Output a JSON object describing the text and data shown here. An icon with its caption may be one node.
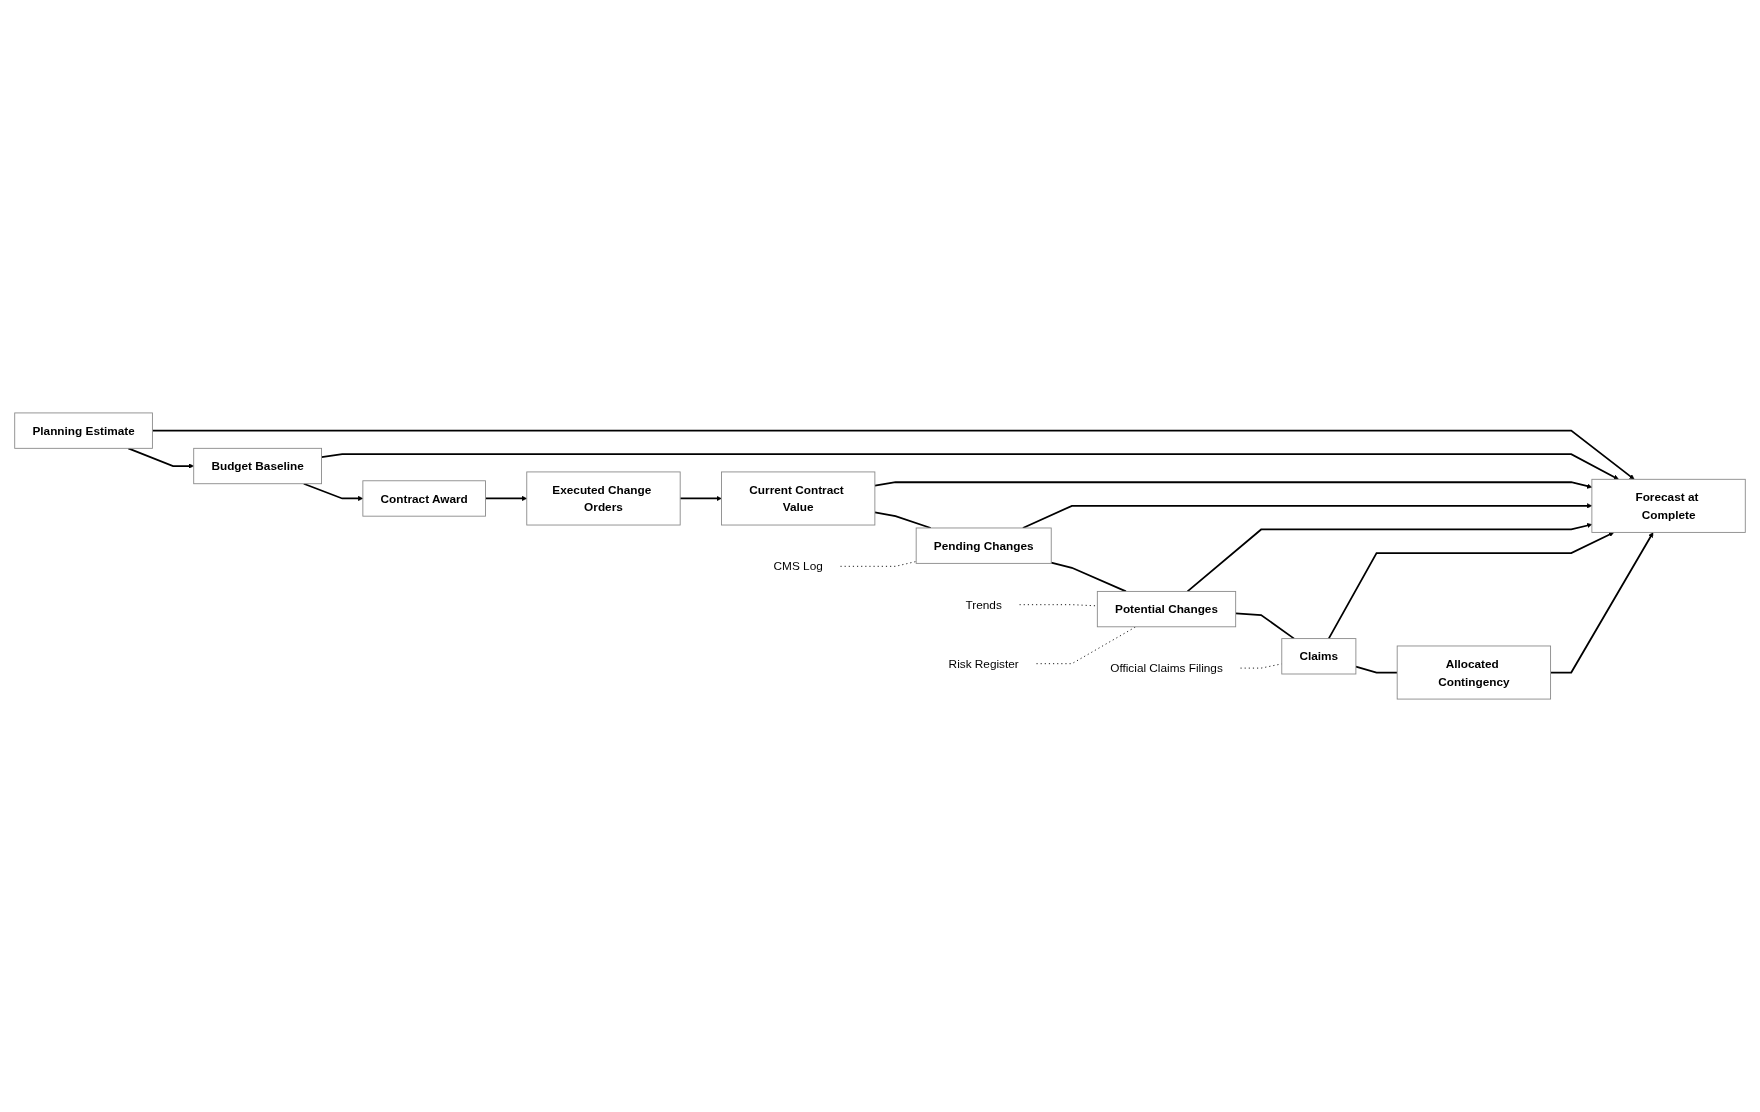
{
  "diagram": {
    "nodes": [
      {
        "text": [
          "Planning Estimate"
        ]
      },
      {
        "text": [
          "Budget Baseline"
        ]
      },
      {
        "text": [
          "Contract Award"
        ]
      },
      {
        "text": [
          "Executed Change Orders"
        ]
      },
      {
        "text": [
          "Current Contract Value"
        ]
      },
      {
        "text": [
          "Pending Changes"
        ]
      },
      {
        "text": [
          "Potential Changes"
        ]
      },
      {
        "text": [
          "Claims"
        ]
      },
      {
        "text": [
          "Allocated Contingency"
        ]
      },
      {
        "text": [
          "Forecast at Complete"
        ]
      },
      {
        "text": [
          "CMS Log"
        ]
      },
      {
        "text": [
          "Trends"
        ]
      },
      {
        "text": [
          "Risk Register"
        ]
      },
      {
        "text": [
          "Official Claims Filings"
        ]
      }
    ],
    "edges": [
      {
        "from": 0,
        "to": 1,
        "arrow": "to"
      },
      {
        "from": 1,
        "to": 2,
        "arrow": "to"
      },
      {
        "from": 2,
        "to": 3,
        "arrow": "to"
      },
      {
        "from": 3,
        "to": 4,
        "arrow": "to"
      },
      {
        "from": 0,
        "to": 9,
        "arrow": "to"
      },
      {
        "from": 1,
        "to": 9,
        "arrow": "to"
      },
      {
        "from": 4,
        "to": 9,
        "arrow": "to"
      },
      {
        "from": 5,
        "to": 9,
        "arrow": "to"
      },
      {
        "from": 6,
        "to": 9,
        "arrow": "to"
      },
      {
        "from": 7,
        "to": 9,
        "arrow": "to"
      },
      {
        "from": 8,
        "to": 9,
        "arrow": "to"
      },
      {
        "from": 4,
        "to": 5,
        "arrow": "none"
      },
      {
        "from": 5,
        "to": 6,
        "arrow": "none"
      },
      {
        "from": 6,
        "to": 7,
        "arrow": "none"
      },
      {
        "from": 7,
        "to": 8,
        "arrow": "none"
      },
      {
        "from": 10,
        "to": 5,
        "arrow": "none",
        "style": "dashed"
      },
      {
        "from": 11,
        "to": 6,
        "arrow": "none",
        "style": "dashed"
      },
      {
        "from": 12,
        "to": 6,
        "arrow": "none",
        "style": "dashed"
      },
      {
        "from": 13,
        "to": 7,
        "arrow": "none",
        "style": "dashed"
      }
    ]
  }
}
